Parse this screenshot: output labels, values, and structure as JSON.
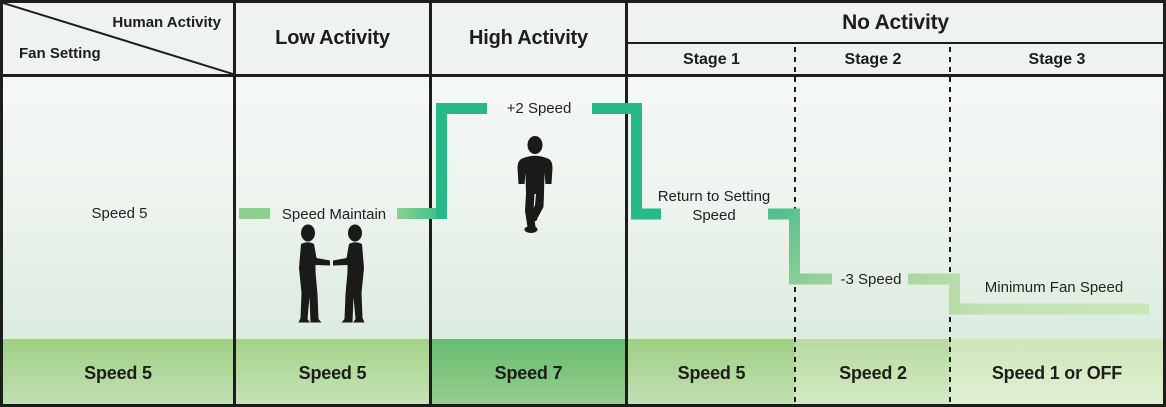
{
  "header": {
    "corner": {
      "top": "Human Activity",
      "bottom": "Fan Setting"
    },
    "low": "Low Activity",
    "high": "High Activity",
    "no_activity": "No Activity",
    "stages": {
      "s1": "Stage 1",
      "s2": "Stage 2",
      "s3": "Stage 3"
    }
  },
  "body": {
    "fan_setting": "Speed 5",
    "low_label": "Speed Maintain",
    "high_label": "+2 Speed",
    "stage1_label": "Return to Setting Speed",
    "stage2_label": "-3 Speed",
    "stage3_label": "Minimum Fan Speed"
  },
  "footer": {
    "fan_setting": "Speed 5",
    "low": "Speed 5",
    "high": "Speed 7",
    "stage1": "Speed 5",
    "stage2": "Speed 2",
    "stage3": "Speed 1 or OFF"
  },
  "icons": {
    "low_activity": "two-people-talking-icon",
    "high_activity": "person-running-icon"
  },
  "colors": {
    "accent_teal": "#25ba87",
    "accent_light_green": "#8dd08f",
    "accent_pale_green": "#c9e5b6",
    "row_speed5": "#a3d186",
    "row_speed7": "#6fc074",
    "row_speed2": "#bedfa8",
    "row_speed1_or_off": "#d2e8c0",
    "text": "#1d1d1b"
  },
  "chart_data": {
    "type": "table",
    "columns": [
      "Fan Setting",
      "Low Activity",
      "High Activity",
      "No Activity Stage 1",
      "No Activity Stage 2",
      "No Activity Stage 3"
    ],
    "fan_speed_row": [
      "Speed 5",
      "Speed 5",
      "Speed 7",
      "Speed 5",
      "Speed 2",
      "Speed 1 or OFF"
    ],
    "step_annotations": [
      "Speed Maintain",
      "+2 Speed",
      "Return to Setting Speed",
      "-3 Speed",
      "Minimum Fan Speed"
    ]
  }
}
